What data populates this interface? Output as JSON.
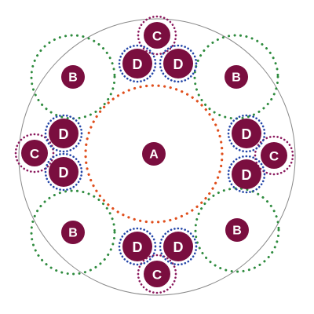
{
  "colors": {
    "outer_ring": "#888888",
    "badge_fill": "#7a0e3f",
    "badge_text": "#ffffff",
    "ring_A": "#e04e1c",
    "ring_B": "#2e8b3e",
    "ring_C": "#8b1a5e",
    "ring_D": "#2446a8"
  },
  "nodes": [
    {
      "id": "a-center",
      "label": "A",
      "kind": "A"
    },
    {
      "id": "b-top-left",
      "label": "B",
      "kind": "B"
    },
    {
      "id": "b-top-right",
      "label": "B",
      "kind": "B"
    },
    {
      "id": "b-bottom-left",
      "label": "B",
      "kind": "B"
    },
    {
      "id": "b-bottom-right",
      "label": "B",
      "kind": "B"
    },
    {
      "id": "c-top",
      "label": "C",
      "kind": "C"
    },
    {
      "id": "c-left",
      "label": "C",
      "kind": "C"
    },
    {
      "id": "c-right",
      "label": "C",
      "kind": "C"
    },
    {
      "id": "c-bottom",
      "label": "C",
      "kind": "C"
    },
    {
      "id": "d-top-left",
      "label": "D",
      "kind": "D"
    },
    {
      "id": "d-top-right",
      "label": "D",
      "kind": "D"
    },
    {
      "id": "d-left-upper",
      "label": "D",
      "kind": "D"
    },
    {
      "id": "d-left-lower",
      "label": "D",
      "kind": "D"
    },
    {
      "id": "d-right-upper",
      "label": "D",
      "kind": "D"
    },
    {
      "id": "d-right-lower",
      "label": "D",
      "kind": "D"
    },
    {
      "id": "d-bottom-left",
      "label": "D",
      "kind": "D"
    },
    {
      "id": "d-bottom-right",
      "label": "D",
      "kind": "D"
    }
  ]
}
